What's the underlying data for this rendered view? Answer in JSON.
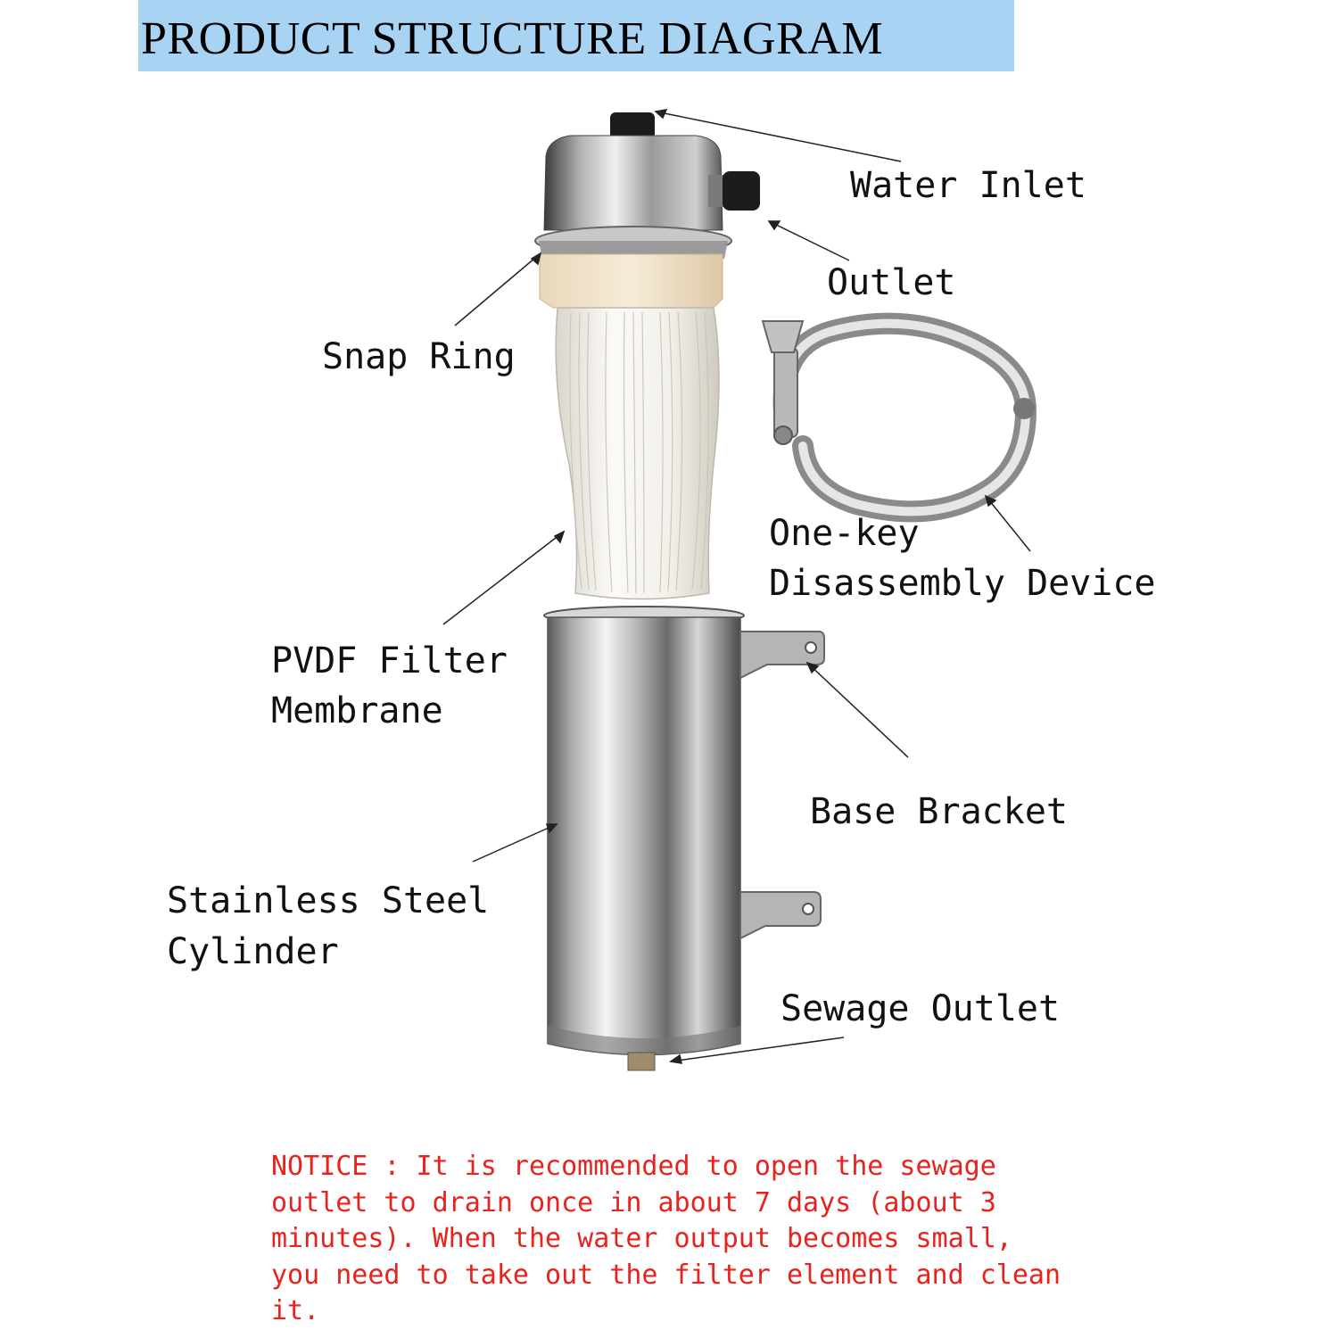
{
  "title": "PRODUCT STRUCTURE DIAGRAM",
  "labels": {
    "water_inlet": "Water Inlet",
    "outlet": "Outlet",
    "snap_ring": "Snap Ring",
    "one_key_line1": "One-key",
    "one_key_line2": "Disassembly Device",
    "pvdf_line1": "PVDF Filter",
    "pvdf_line2": "Membrane",
    "base_bracket": "Base Bracket",
    "steel_line1": "Stainless Steel",
    "steel_line2": "Cylinder",
    "sewage_outlet": "Sewage Outlet"
  },
  "notice": {
    "line1": "NOTICE : It is recommended to open the sewage",
    "line2": "outlet to drain once in about 7 days (about 3",
    "line3": "minutes). When the water output becomes small,",
    "line4": "you need to take out the filter element and clean",
    "line5": "it."
  },
  "colors": {
    "title_bar": "#a9d3f2",
    "notice_text": "#e8231e"
  }
}
